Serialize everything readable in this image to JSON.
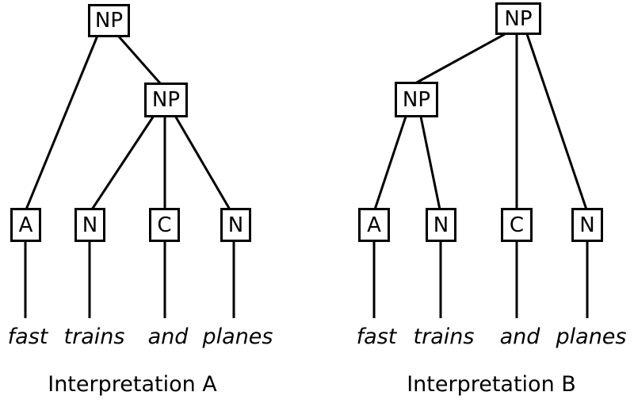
{
  "sentence": "fast trains and planes",
  "colors": {
    "line": "#000000",
    "background": "#ffffff",
    "text": "#000000"
  },
  "tree_a": {
    "caption": "Interpretation A",
    "root_label": "NP",
    "phrase_label": "NP",
    "root_children": [
      "A",
      "NP"
    ],
    "inner_children": [
      "N",
      "C",
      "N"
    ],
    "leaves": [
      {
        "tag": "A",
        "word": "fast"
      },
      {
        "tag": "N",
        "word": "trains"
      },
      {
        "tag": "C",
        "word": "and"
      },
      {
        "tag": "N",
        "word": "planes"
      }
    ]
  },
  "tree_b": {
    "caption": "Interpretation B",
    "root_label": "NP",
    "phrase_label": "NP",
    "root_children": [
      "NP",
      "C",
      "N"
    ],
    "inner_children": [
      "A",
      "N"
    ],
    "leaves": [
      {
        "tag": "A",
        "word": "fast"
      },
      {
        "tag": "N",
        "word": "trains"
      },
      {
        "tag": "C",
        "word": "and"
      },
      {
        "tag": "N",
        "word": "planes"
      }
    ]
  }
}
